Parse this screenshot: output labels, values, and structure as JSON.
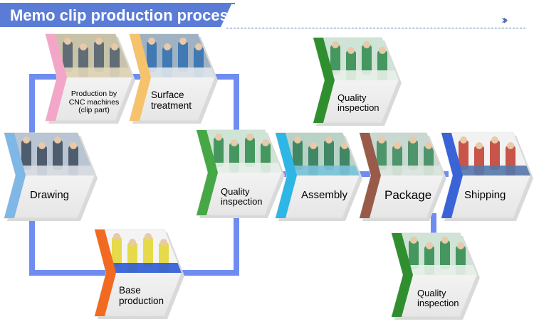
{
  "title": "Memo clip production process",
  "colors": {
    "title_bg": "#5b7cd6",
    "connector": "#6f8cf0",
    "card_shadow": "#cfcfcf"
  },
  "steps": [
    {
      "id": "drawing",
      "label": "Drawing",
      "accent": "#7fb7e6",
      "photo": "person-at-cad-computer"
    },
    {
      "id": "cnc",
      "label": "Production by CNC machines (clip part)",
      "accent": "#f4a6c8",
      "photo": "cnc-machine-operator"
    },
    {
      "id": "surface",
      "label": "Surface treatment",
      "accent": "#f6c36b",
      "photo": "factory-workers-line"
    },
    {
      "id": "base",
      "label": "Base production",
      "accent": "#f26a21",
      "photo": "colorful-memo-clip-bases"
    },
    {
      "id": "qi1",
      "label": "Quality inspection",
      "accent": "#45a845",
      "photo": "workers-inspecting-parts"
    },
    {
      "id": "qi2",
      "label": "Quality inspection",
      "accent": "#2f8f2f",
      "photo": "workers-inspecting-parts"
    },
    {
      "id": "assembly",
      "label": "Assembly",
      "accent": "#2db6e6",
      "photo": "assembly-line-workers"
    },
    {
      "id": "package",
      "label": "Package",
      "accent": "#9a5a4a",
      "photo": "packaging-workshop"
    },
    {
      "id": "shipping",
      "label": "Shipping",
      "accent": "#3a63d8",
      "photo": "air-and-truck-freight"
    },
    {
      "id": "qi3",
      "label": "Quality inspection",
      "accent": "#2f8f2f",
      "photo": "workers-inspecting-parts"
    }
  ]
}
